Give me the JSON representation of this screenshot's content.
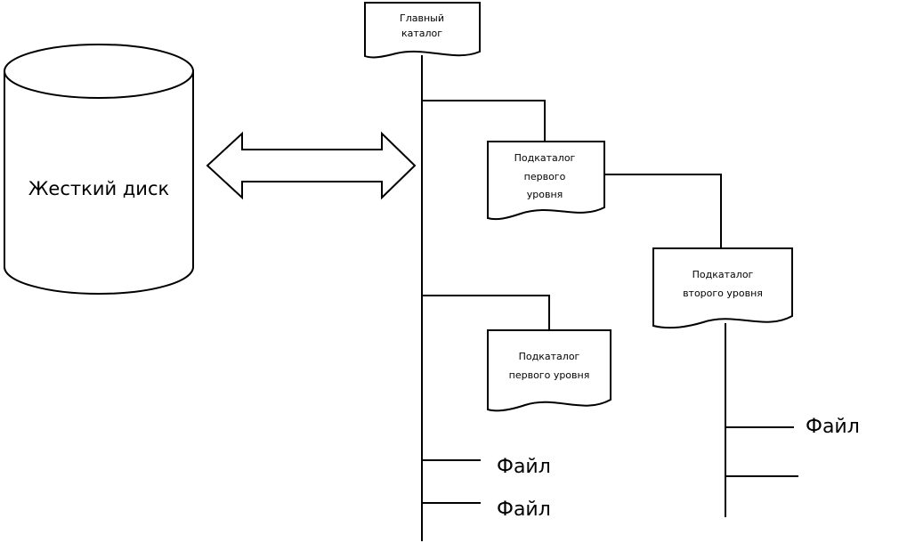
{
  "disk": {
    "label": "Жесткий диск"
  },
  "root": {
    "line1": "Главный",
    "line2": "каталог"
  },
  "subdir1_top": {
    "line1": "Подкаталог",
    "line2": "первого",
    "line3": "уровня"
  },
  "subdir2": {
    "line1": "Подкаталог",
    "line2": "второго уровня"
  },
  "subdir1_bottom": {
    "line1": "Подкаталог",
    "line2": "первого уровня"
  },
  "files": {
    "sub2_file": "Файл",
    "root_file1": "Файл",
    "root_file2": "Файл"
  }
}
